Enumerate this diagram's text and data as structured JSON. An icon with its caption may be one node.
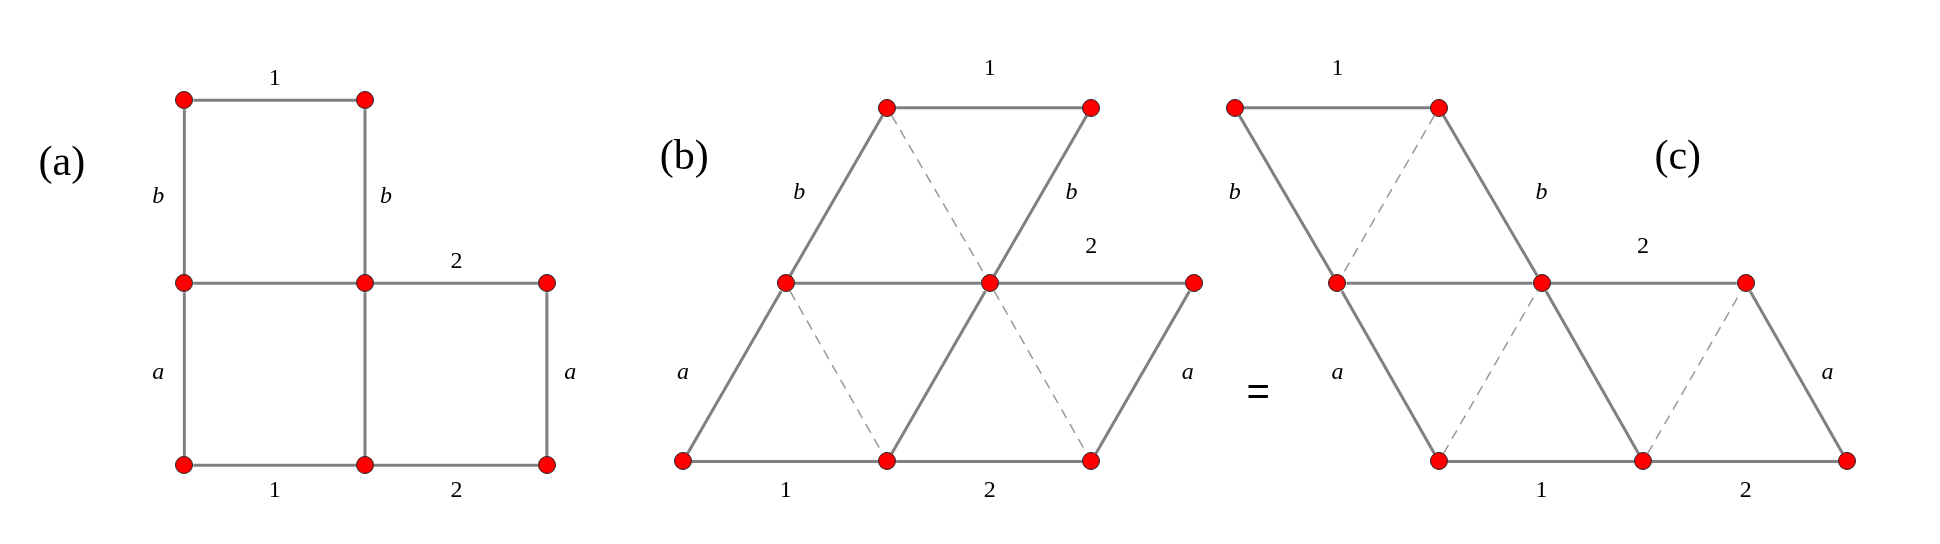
{
  "diagram": {
    "nodes": [
      {
        "text": [],
        "shape": "circle"
      },
      {
        "text": [],
        "shape": "circle"
      },
      {
        "text": [],
        "shape": "circle"
      },
      {
        "text": [],
        "shape": "circle"
      },
      {
        "text": [],
        "shape": "circle"
      },
      {
        "text": [],
        "shape": "circle"
      },
      {
        "text": [],
        "shape": "circle"
      },
      {
        "text": [],
        "shape": "circle"
      },
      {
        "text": [],
        "shape": "circle"
      },
      {
        "text": [],
        "shape": "circle"
      },
      {
        "text": [],
        "shape": "circle"
      },
      {
        "text": [],
        "shape": "circle"
      },
      {
        "text": [],
        "shape": "circle"
      },
      {
        "text": [],
        "shape": "circle"
      },
      {
        "text": [],
        "shape": "circle"
      },
      {
        "text": [],
        "shape": "circle"
      },
      {
        "text": [],
        "shape": "circle"
      },
      {
        "text": [],
        "shape": "circle"
      },
      {
        "text": [],
        "shape": "circle"
      },
      {
        "text": [],
        "shape": "circle"
      },
      {
        "text": [],
        "shape": "circle"
      },
      {
        "text": [],
        "shape": "circle"
      },
      {
        "text": [],
        "shape": "circle"
      },
      {
        "text": [],
        "shape": "circle"
      }
    ],
    "edges": [
      {
        "from": 0,
        "to": 1,
        "arrow": "none",
        "label": "1"
      },
      {
        "from": 0,
        "to": 2,
        "arrow": "none",
        "label": "b"
      },
      {
        "from": 1,
        "to": 3,
        "arrow": "none",
        "label": "b"
      },
      {
        "from": 2,
        "to": 3,
        "arrow": "none"
      },
      {
        "from": 3,
        "to": 4,
        "arrow": "none",
        "label": "2"
      },
      {
        "from": 2,
        "to": 5,
        "arrow": "none",
        "label": "a"
      },
      {
        "from": 3,
        "to": 6,
        "arrow": "none"
      },
      {
        "from": 4,
        "to": 7,
        "arrow": "none",
        "label": "a"
      },
      {
        "from": 5,
        "to": 6,
        "arrow": "none",
        "label": "1"
      },
      {
        "from": 6,
        "to": 7,
        "arrow": "none",
        "label": "2"
      },
      {
        "from": 8,
        "to": 9,
        "arrow": "none",
        "label": "1"
      },
      {
        "from": 10,
        "to": 8,
        "arrow": "none",
        "label": "b"
      },
      {
        "from": 11,
        "to": 9,
        "arrow": "none",
        "label": "b"
      },
      {
        "from": 10,
        "to": 11,
        "arrow": "none"
      },
      {
        "from": 11,
        "to": 12,
        "arrow": "none",
        "label": "2"
      },
      {
        "from": 13,
        "to": 10,
        "arrow": "none",
        "label": "a"
      },
      {
        "from": 14,
        "to": 11,
        "arrow": "none"
      },
      {
        "from": 15,
        "to": 12,
        "arrow": "none",
        "label": "a"
      },
      {
        "from": 13,
        "to": 14,
        "arrow": "none",
        "label": "1"
      },
      {
        "from": 14,
        "to": 15,
        "arrow": "none",
        "label": "2"
      },
      {
        "from": 8,
        "to": 11,
        "arrow": "none",
        "style": "dashed"
      },
      {
        "from": 10,
        "to": 14,
        "arrow": "none",
        "style": "dashed"
      },
      {
        "from": 11,
        "to": 15,
        "arrow": "none",
        "style": "dashed"
      },
      {
        "from": 16,
        "to": 17,
        "arrow": "none",
        "label": "1"
      },
      {
        "from": 16,
        "to": 18,
        "arrow": "none",
        "label": "b"
      },
      {
        "from": 17,
        "to": 19,
        "arrow": "none",
        "label": "b"
      },
      {
        "from": 18,
        "to": 19,
        "arrow": "none"
      },
      {
        "from": 19,
        "to": 20,
        "arrow": "none",
        "label": "2"
      },
      {
        "from": 18,
        "to": 21,
        "arrow": "none",
        "label": "a"
      },
      {
        "from": 19,
        "to": 22,
        "arrow": "none"
      },
      {
        "from": 20,
        "to": 23,
        "arrow": "none",
        "label": "a"
      },
      {
        "from": 21,
        "to": 22,
        "arrow": "none",
        "label": "1"
      },
      {
        "from": 22,
        "to": 23,
        "arrow": "none",
        "label": "2"
      },
      {
        "from": 17,
        "to": 18,
        "arrow": "none",
        "style": "dashed"
      },
      {
        "from": 21,
        "to": 19,
        "arrow": "none",
        "style": "dashed"
      },
      {
        "from": 22,
        "to": 20,
        "arrow": "none",
        "style": "dashed"
      }
    ],
    "labels": [
      "(a)",
      "(b)",
      "=",
      "(c)"
    ]
  }
}
